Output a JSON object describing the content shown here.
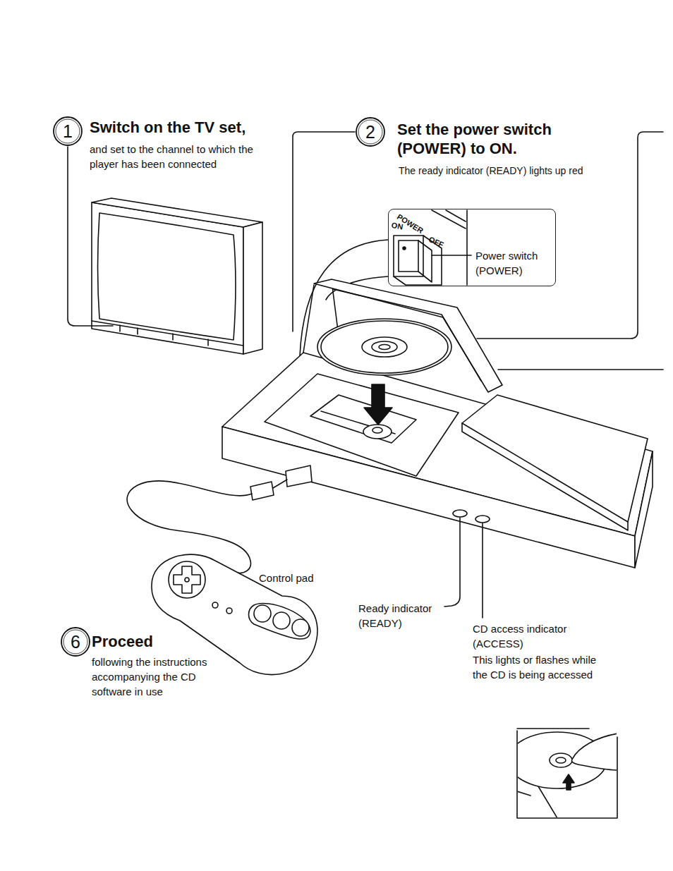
{
  "diagram": {
    "nodes": [
      {
        "text": [
          "1",
          "Switch on the TV set,",
          "and set to the channel to which the player has been connected"
        ]
      },
      {
        "text": [
          "2",
          "Set the power switch (POWER) to ON.",
          "The ready indicator (READY) lights up red"
        ]
      },
      {
        "text": [
          "POWER",
          "ON",
          "OFF",
          "Power switch (POWER)"
        ]
      },
      {
        "text": [
          "6",
          "Proceed",
          "following the instructions accompanying the CD software in use"
        ]
      }
    ],
    "labels": [
      "Control pad",
      "Ready indicator (READY)",
      "CD access indicator (ACCESS)",
      "This lights or flashes while the CD is being accessed"
    ]
  }
}
